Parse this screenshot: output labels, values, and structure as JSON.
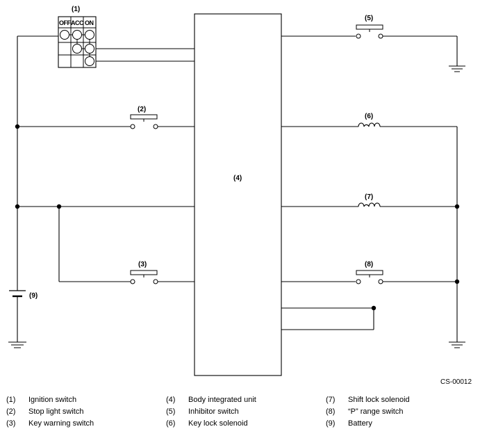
{
  "diagram": {
    "labels": {
      "ignition_switch": "(1)",
      "stop_light_switch": "(2)",
      "key_warning_switch": "(3)",
      "body_integrated_unit": "(4)",
      "inhibitor_switch": "(5)",
      "key_lock_solenoid": "(6)",
      "shift_lock_solenoid": "(7)",
      "p_range_switch": "(8)",
      "battery": "(9)"
    },
    "ignition_positions": [
      "OFF",
      "ACC",
      "ON"
    ],
    "figure_code": "CS-00012"
  },
  "legend": [
    {
      "num": "(1)",
      "text": "Ignition switch"
    },
    {
      "num": "(2)",
      "text": "Stop light switch"
    },
    {
      "num": "(3)",
      "text": "Key warning switch"
    },
    {
      "num": "(4)",
      "text": "Body integrated unit"
    },
    {
      "num": "(5)",
      "text": "Inhibitor switch"
    },
    {
      "num": "(6)",
      "text": "Key lock solenoid"
    },
    {
      "num": "(7)",
      "text": "Shift lock solenoid"
    },
    {
      "num": "(8)",
      "text": "“P” range switch"
    },
    {
      "num": "(9)",
      "text": "Battery"
    }
  ]
}
